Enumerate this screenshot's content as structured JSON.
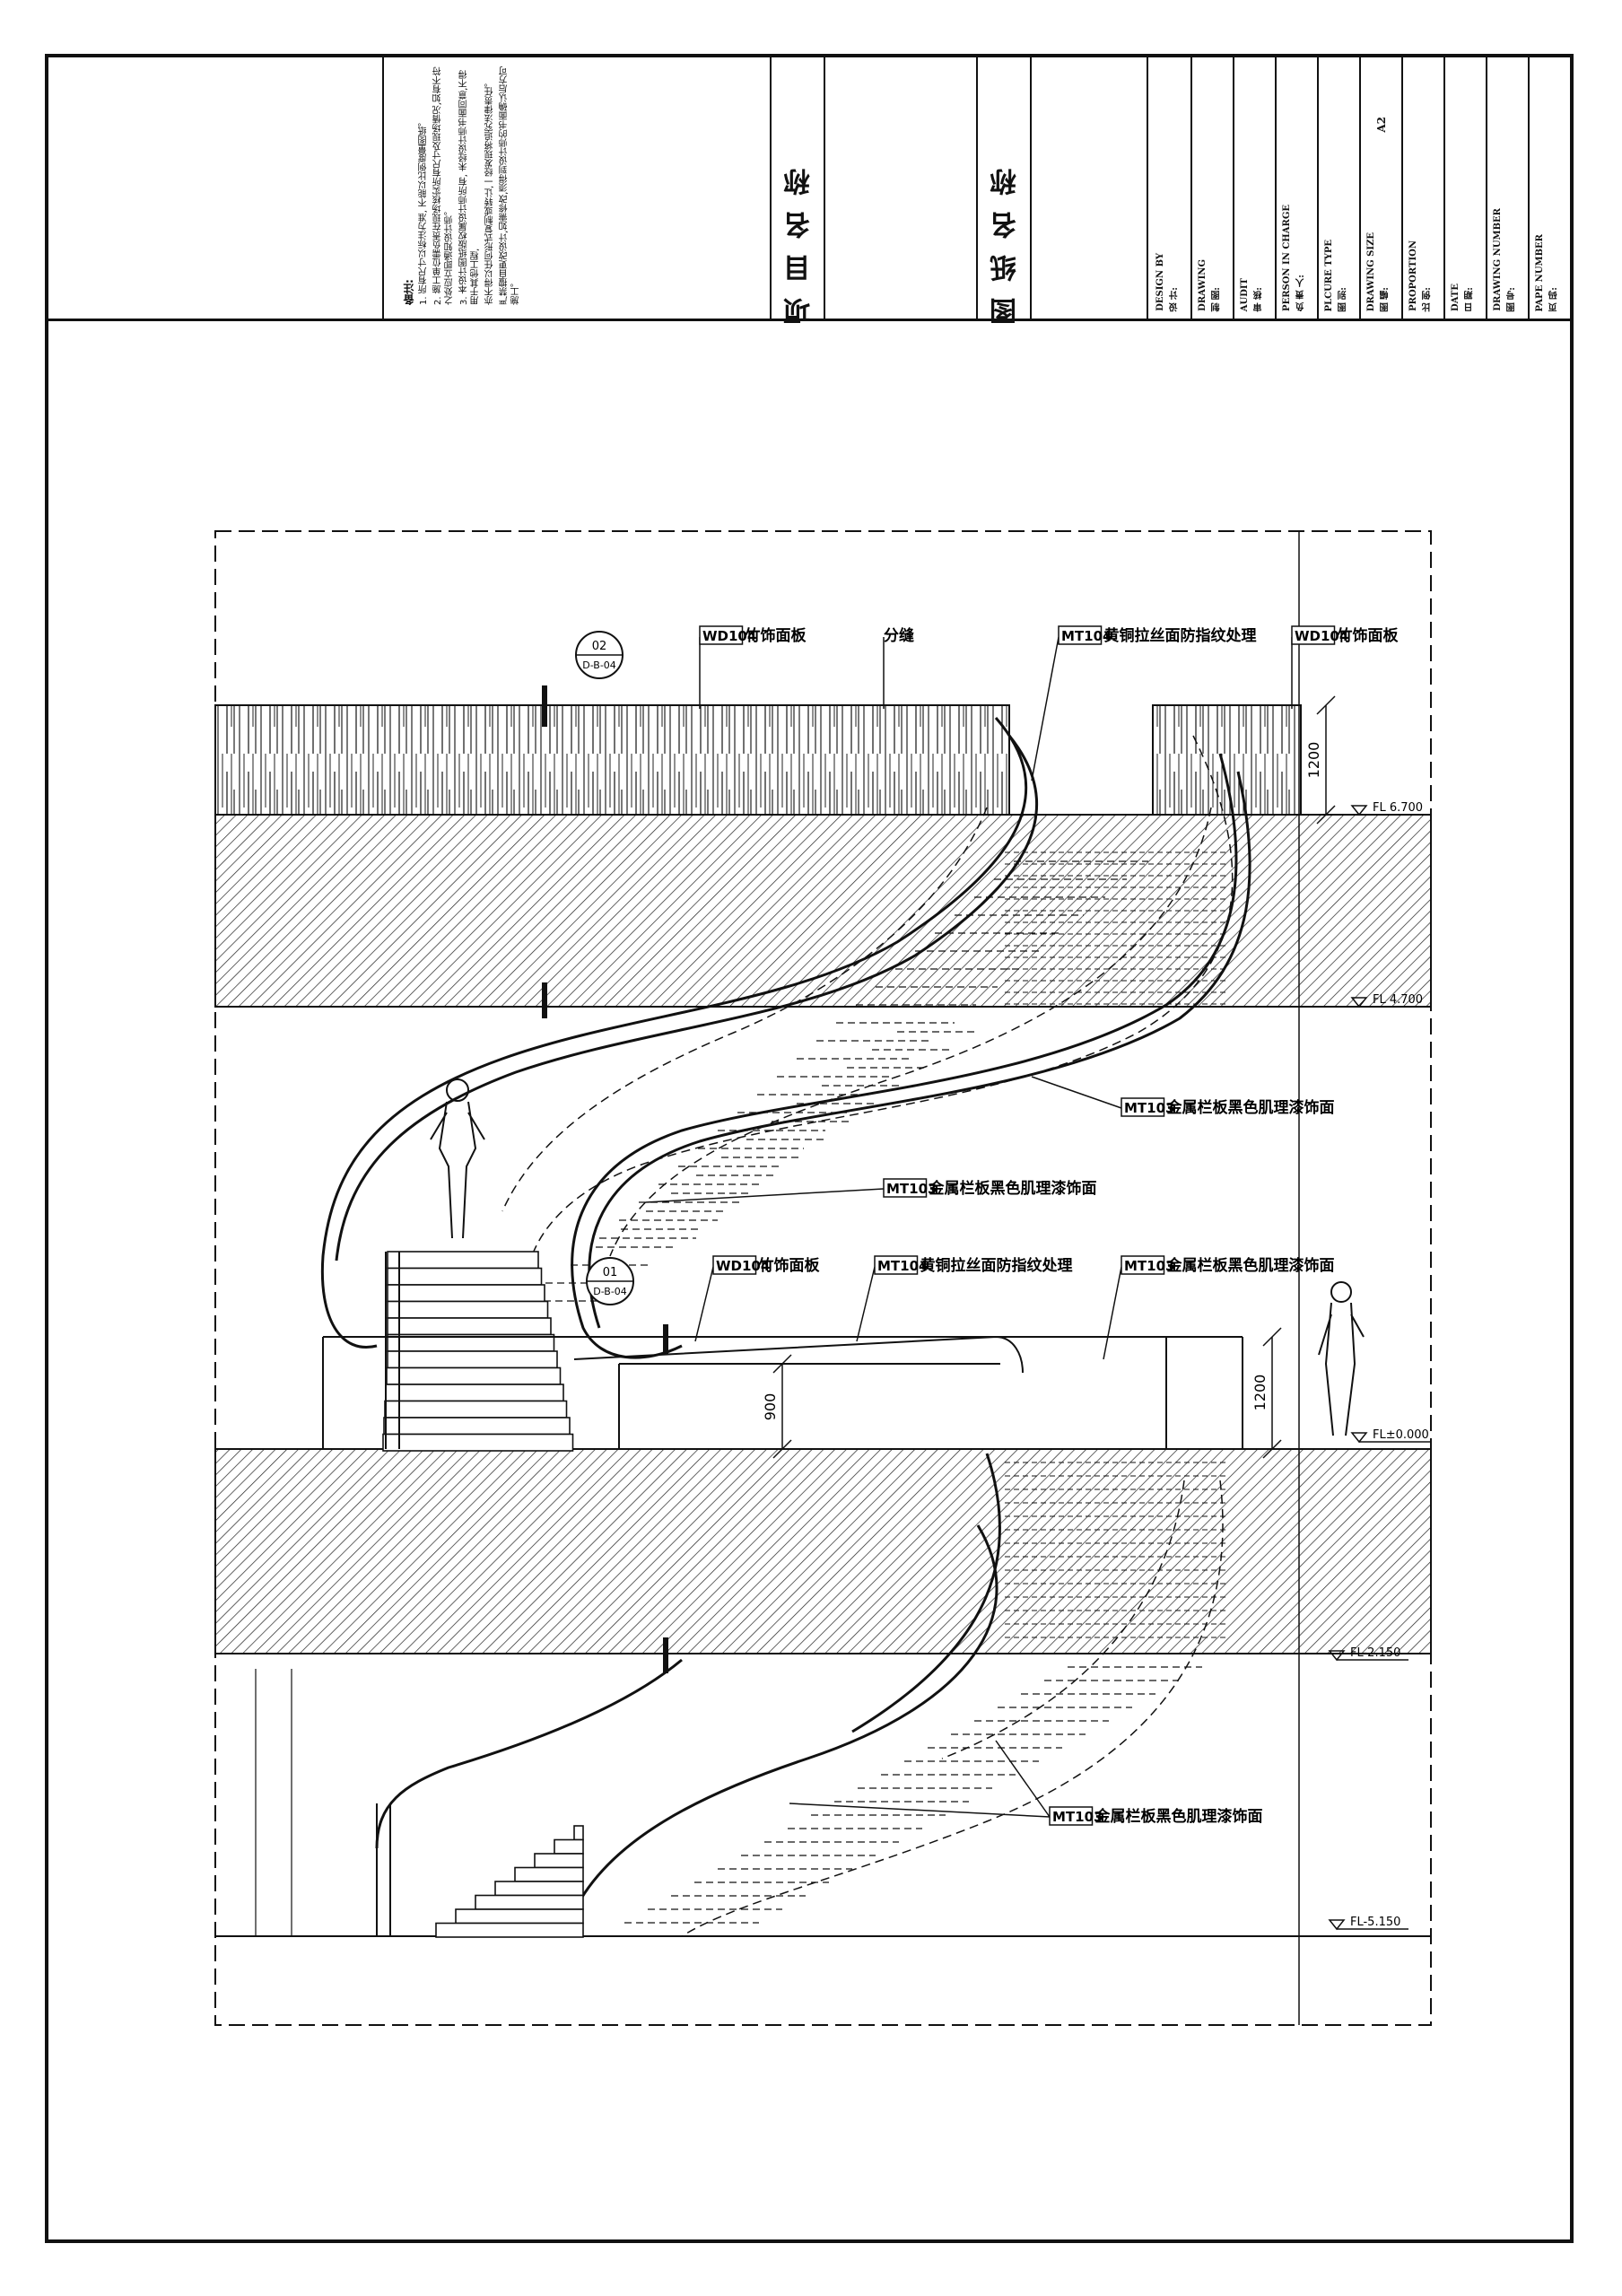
{
  "title_block": {
    "notes_heading": "备注:",
    "notes": [
      "1. 所有尺寸以标注为准, 不能以比例度量图纸。",
      "2. 施工单位需负责在现场核实所有尺寸及现场情况,如有不符之处应立即通知设计师。",
      "3. 本设计图纸版权属设计师所有, 未经设计师书面同意,不得用于其他工程,",
      "   亦不得以任何形式复制或转让,一经发现将追究法律责任。",
      "   严禁擅自更改设计,如需修改,须得到设计师的书面确认后方可施工。"
    ],
    "project_name_label": "项目名称",
    "drawing_name_label": "图纸名称",
    "fields": [
      {
        "en": "DESIGN BY",
        "cn": "设 计:"
      },
      {
        "en": "DRAWING",
        "cn": "制 图:"
      },
      {
        "en": "AUDIT",
        "cn": "审 核:"
      },
      {
        "en": "PERSON IN CHARGE",
        "cn": "负 责 人:"
      },
      {
        "en": "PLCURE TYPE",
        "cn": "图 别:"
      },
      {
        "en": "DRAWING SIZE",
        "cn": "图 幅:"
      },
      {
        "en": "PROPORTION",
        "cn": "比 例:"
      },
      {
        "en": "DATE",
        "cn": "日 期:"
      },
      {
        "en": "DRAWING NUMBER",
        "cn": "图 号:"
      },
      {
        "en": "PAPE NUMBER",
        "cn": "页 码:"
      }
    ],
    "drawing_size_value": "A2"
  },
  "drawing": {
    "labels": {
      "wd104_top": "WD104竹饰面板",
      "seam": "分缝",
      "mt104_top": "MT104黄铜拉丝面防指纹处理",
      "wd104_right": "WD104竹饰面板",
      "mt103_right": "MT103金属栏板黑色肌理漆饰面",
      "mt103_mid": "MT103金属栏板黑色肌理漆饰面",
      "wd104_mid": "WD104竹饰面板",
      "mt104_mid": "MT104黄铜拉丝面防指纹处理",
      "mt103_mid2": "MT103金属栏板黑色肌理漆饰面",
      "mt103_bottom": "MT103金属栏板黑色肌理漆饰面"
    },
    "detail_refs": [
      {
        "num": "02",
        "sheet": "D-B-04"
      },
      {
        "num": "01",
        "sheet": "D-B-04"
      }
    ],
    "dimensions": {
      "top_rail": "1200",
      "mid_rail": "900",
      "right_rail": "1200"
    },
    "levels": {
      "fl_670": "FL 6.700",
      "fl_470": "FL 4.700",
      "fl_000": "FL±0.000",
      "fl_m215": "FL-2.150",
      "fl_m515": "FL-5.150"
    }
  }
}
